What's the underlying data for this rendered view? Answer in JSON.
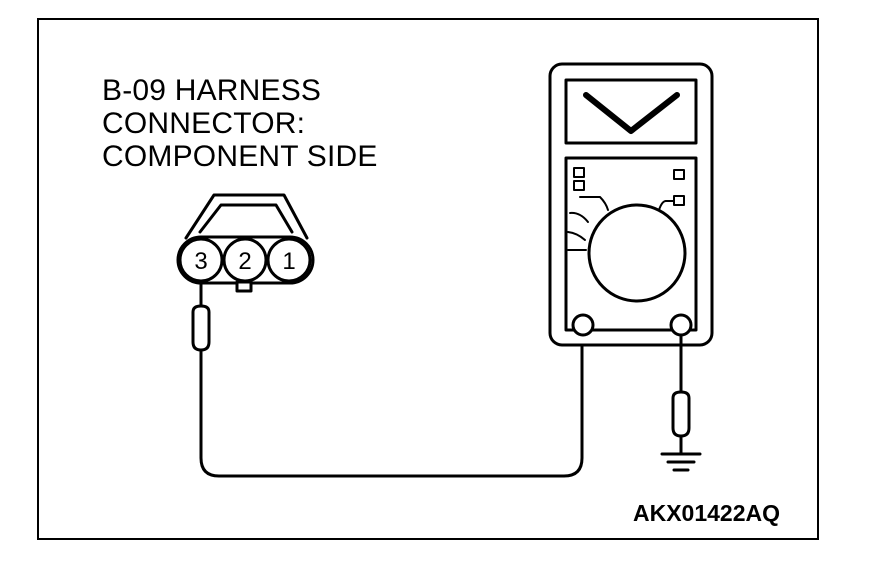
{
  "title": {
    "line1": "B-09 HARNESS",
    "line2": "CONNECTOR:",
    "line3": "COMPONENT SIDE"
  },
  "connector": {
    "pins": [
      "3",
      "2",
      "1"
    ]
  },
  "meter": {
    "display": "V"
  },
  "figure_code": "AKX01422AQ",
  "colors": {
    "ink": "#000000",
    "background": "#ffffff"
  },
  "icons": [
    "voltmeter-icon",
    "ground-symbol-icon",
    "test-probe-icon",
    "harness-connector-icon"
  ]
}
